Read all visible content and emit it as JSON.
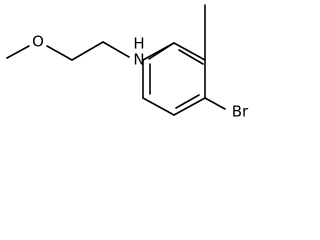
{
  "structure": {
    "atom_labels": {
      "nitrogen": "N",
      "hydrogen": "H",
      "oxygen": "O",
      "bromine": "Br"
    },
    "colors": {
      "bond": "#000000",
      "label": "#000000",
      "background": "#ffffff"
    }
  }
}
